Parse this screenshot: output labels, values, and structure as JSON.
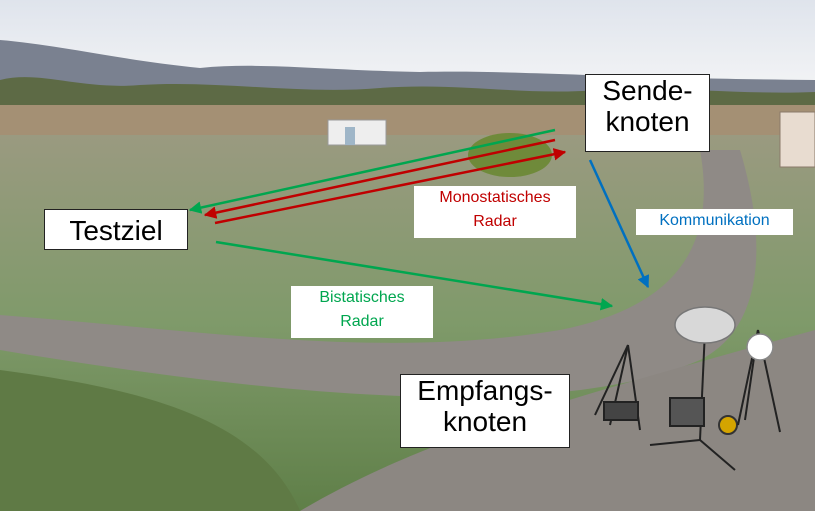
{
  "labels": {
    "send_node": "Sende-\nknoten",
    "test_target": "Testziel",
    "receive_node": "Empfangs-\nknoten",
    "mono_radar": "Monostatisches\nRadar",
    "bi_radar": "Bistatisches\nRadar",
    "communication": "Kommunikation"
  },
  "colors": {
    "mono": "#c00000",
    "bi": "#00a64f",
    "comm": "#0070c0",
    "sky": "#e9edf3",
    "field": "#8a9a72",
    "path": "#8f8a86"
  }
}
